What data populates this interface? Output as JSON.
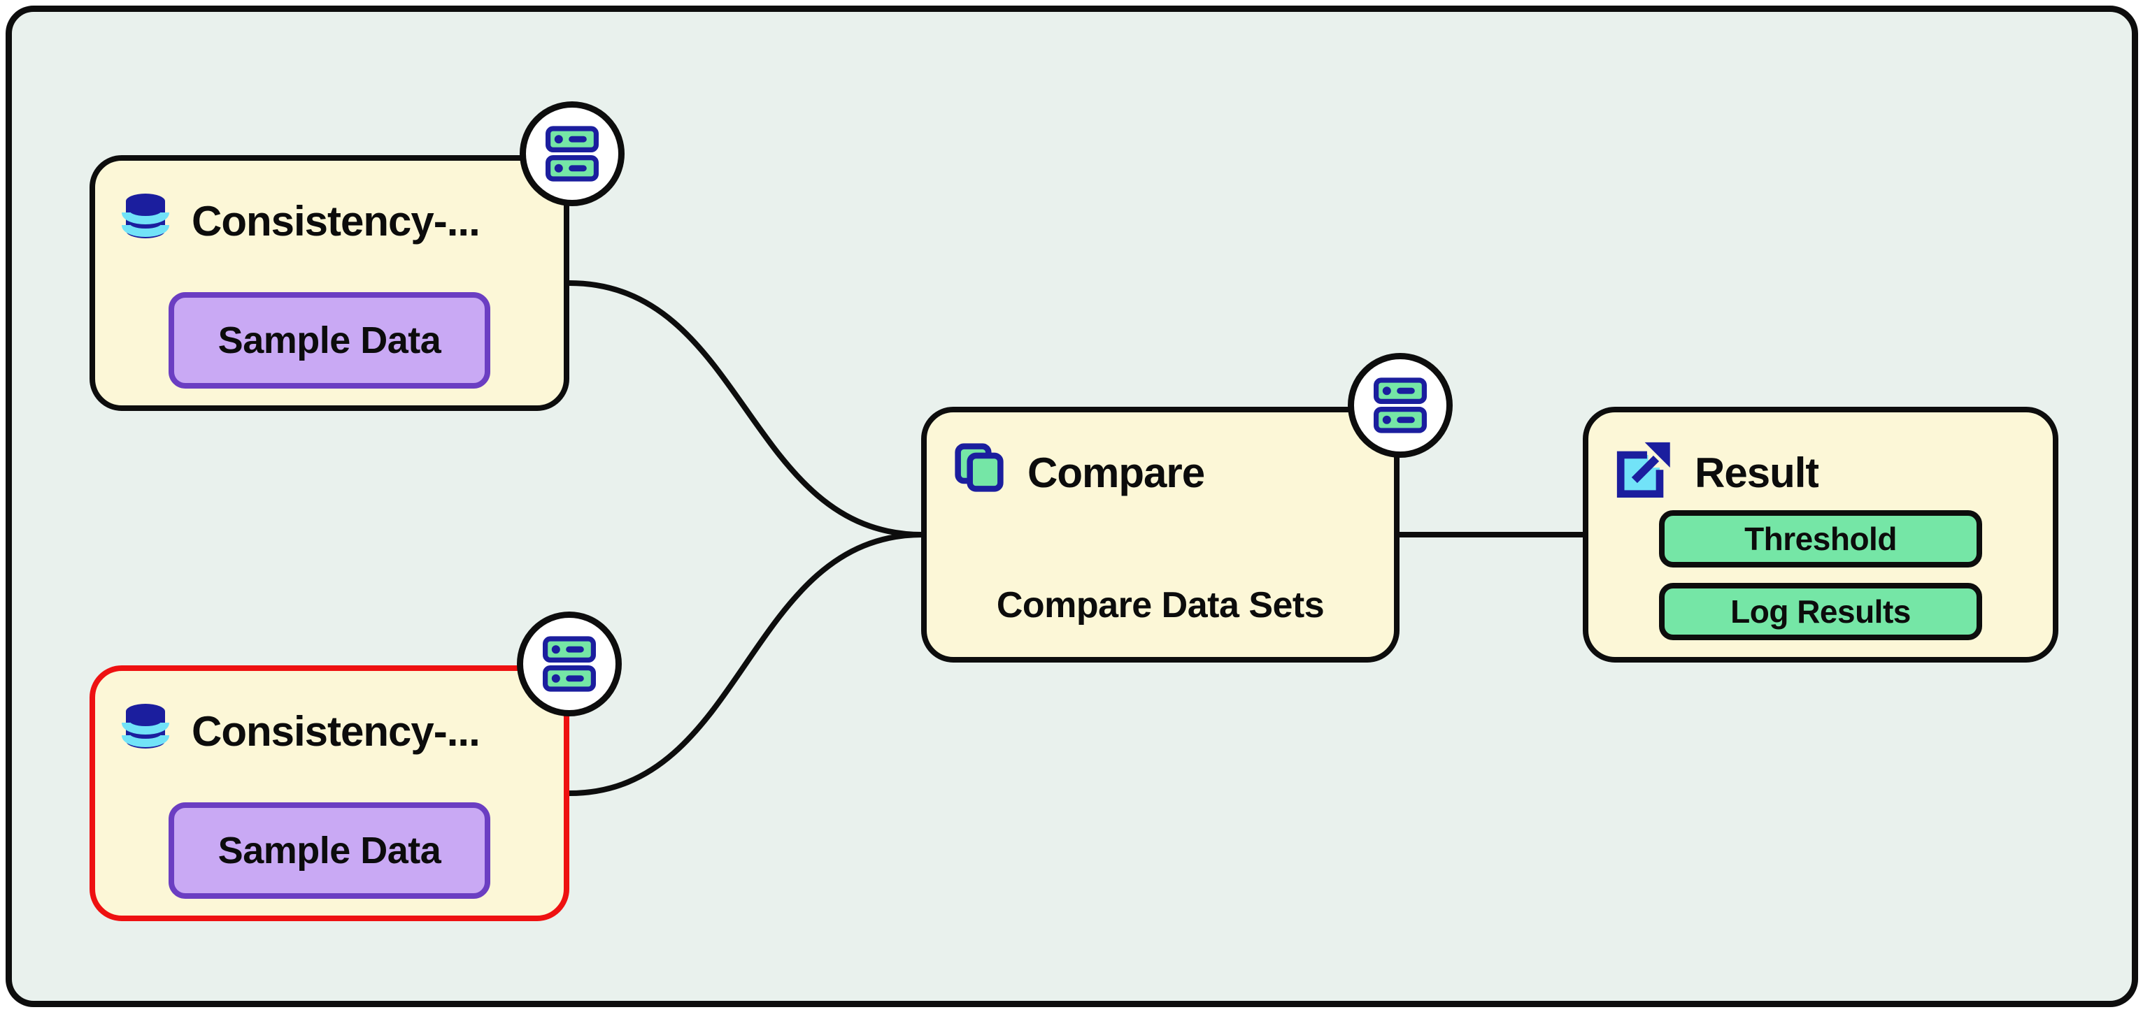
{
  "canvas": {
    "type": "workflow-graph-editor",
    "palette": {
      "page_background": "#ffffff",
      "canvas_background": "#e9f1ed",
      "outline_black": "#0d0d0d",
      "node_fill": "#fcf7d7",
      "selected_node_outline": "#ee1111",
      "chip_purple_fill": "#c9a9f4",
      "chip_purple_border": "#6b3ec2",
      "chip_green_fill": "#75e6a6",
      "icon_navy": "#1b1e9e",
      "icon_cyan": "#72e3f8",
      "icon_green": "#75e6a6",
      "badge_fill": "#ffffff",
      "edge_color": "#0d0d0d"
    }
  },
  "nodes": {
    "consistency_a": {
      "title": "Consistency-...",
      "icon": "database-icon",
      "chip": "Sample Data",
      "corner_badge_icon": "server-icon",
      "selected": false
    },
    "consistency_b": {
      "title": "Consistency-...",
      "icon": "database-icon",
      "chip": "Sample Data",
      "corner_badge_icon": "server-icon",
      "selected": true
    },
    "compare": {
      "title": "Compare",
      "icon": "copy-icon",
      "subtitle": "Compare Data Sets",
      "corner_badge_icon": "server-icon"
    },
    "result": {
      "title": "Result",
      "icon": "external-link-icon",
      "chips": [
        "Threshold",
        "Log Results"
      ]
    }
  },
  "edges": [
    {
      "from": "consistency_a",
      "to": "compare"
    },
    {
      "from": "consistency_b",
      "to": "compare"
    },
    {
      "from": "compare",
      "to": "result"
    }
  ]
}
